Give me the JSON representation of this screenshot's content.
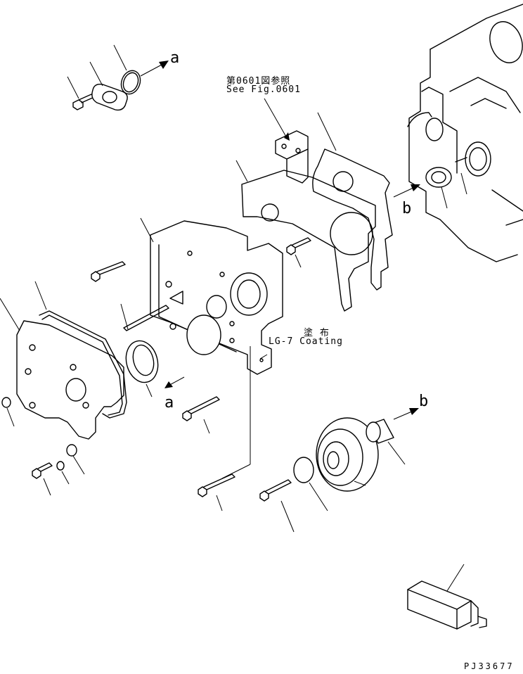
{
  "references": {
    "fig_ref_jp": "第0601図参照",
    "fig_ref_en": "See Fig.0601"
  },
  "coating": {
    "jp": "塗 布",
    "en": "LG-7 Coating"
  },
  "markers": {
    "a_top": "a",
    "a_bottom": "a",
    "b_right": "b",
    "b_bottom": "b"
  },
  "drawing_code": "PJ33677"
}
